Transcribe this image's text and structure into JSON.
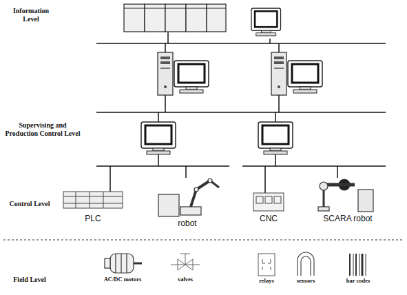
{
  "diagram": {
    "labels": [
      "Information Level",
      "Supervising and Production Control Level",
      "Control Level",
      "Field Level",
      "PLC",
      "robot",
      "CNC",
      "SCARA robot",
      "AC/DC motors",
      "valves",
      "relays",
      "sensors",
      "bar codes"
    ]
  }
}
